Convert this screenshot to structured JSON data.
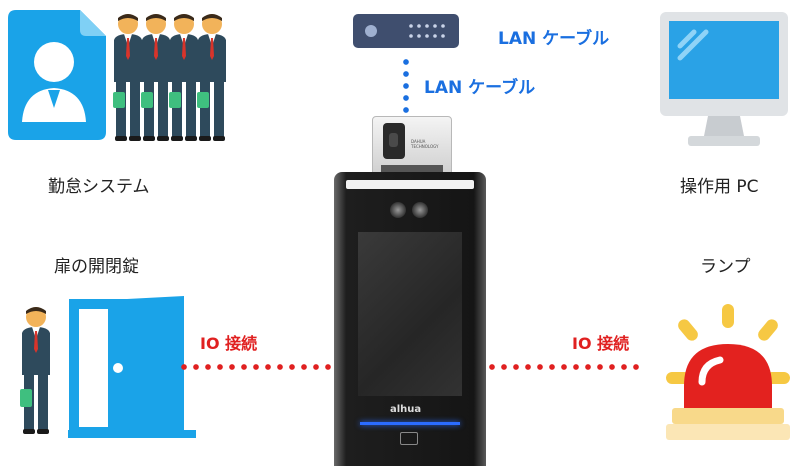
{
  "labels": {
    "attendance": "勤怠システム",
    "door_lock": "扉の開閉錠",
    "operation_pc": "操作用 PC",
    "lamp": "ランプ",
    "lan_cable_top": "LAN ケーブル",
    "lan_cable_mid": "LAN ケーブル",
    "io_left": "IO 接続",
    "io_right": "IO 接続"
  },
  "device": {
    "camera_brand": "DAHUA TECHNOLOGY",
    "terminal_brand": "alhua"
  },
  "colors": {
    "lan_blue": "#1a6fe0",
    "io_red": "#e02020",
    "doc_blue": "#1aa3e8",
    "monitor_gray": "#dfe3e6",
    "lamp_red": "#e3221f",
    "lamp_yellow": "#f6c843"
  }
}
